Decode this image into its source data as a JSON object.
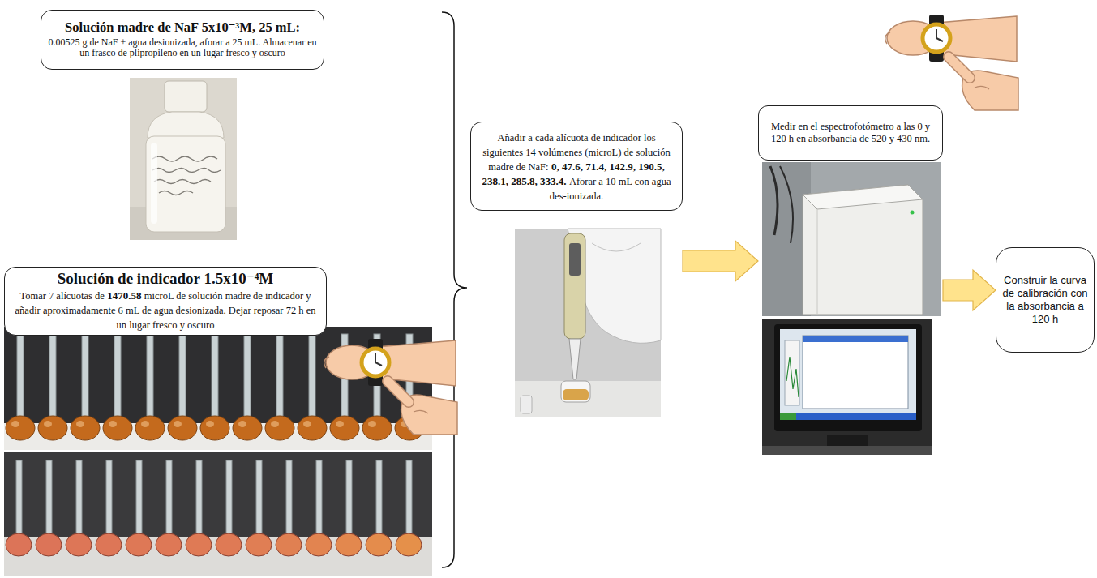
{
  "diagram": {
    "nodes": [
      {
        "text": [
          "Solución madre de NaF 5x10⁻³M, 25 mL:",
          "0.00525 g de NaF + agua desionizada, aforar a 25 mL. Almacenar en un frasco de plipropileno en un lugar fresco y oscuro"
        ]
      },
      {
        "text": [
          "Solución de indicador 1.5x10⁻⁴M",
          "Tomar 7 alícuotas de",
          "1470.58",
          "microL de solución madre de indicador y añadir aproximadamente 6 mL de agua desionizada. Dejar reposar 72 h en un lugar fresco y oscuro"
        ]
      },
      {
        "text": [
          "Añadir a cada alícuota de indicador los siguientes 14 volúmenes (microL) de solución madre de NaF:",
          "0, 47.6, 71.4, 142.9, 190.5, 238.1, 285.8, 333.4.",
          "Aforar a 10 mL con agua des-ionizada."
        ]
      },
      {
        "text": [
          "Medir en el espectrofotómetro a las 0 y 120 h en absorbancia de 520 y 430 nm."
        ]
      },
      {
        "text": [
          "Construir la curva de calibración con la absorbancia a 120 h"
        ]
      }
    ],
    "edges": [
      {
        "from": 2,
        "to": 3,
        "arrow": "to"
      },
      {
        "from": 3,
        "to": 4,
        "arrow": "to"
      }
    ]
  }
}
